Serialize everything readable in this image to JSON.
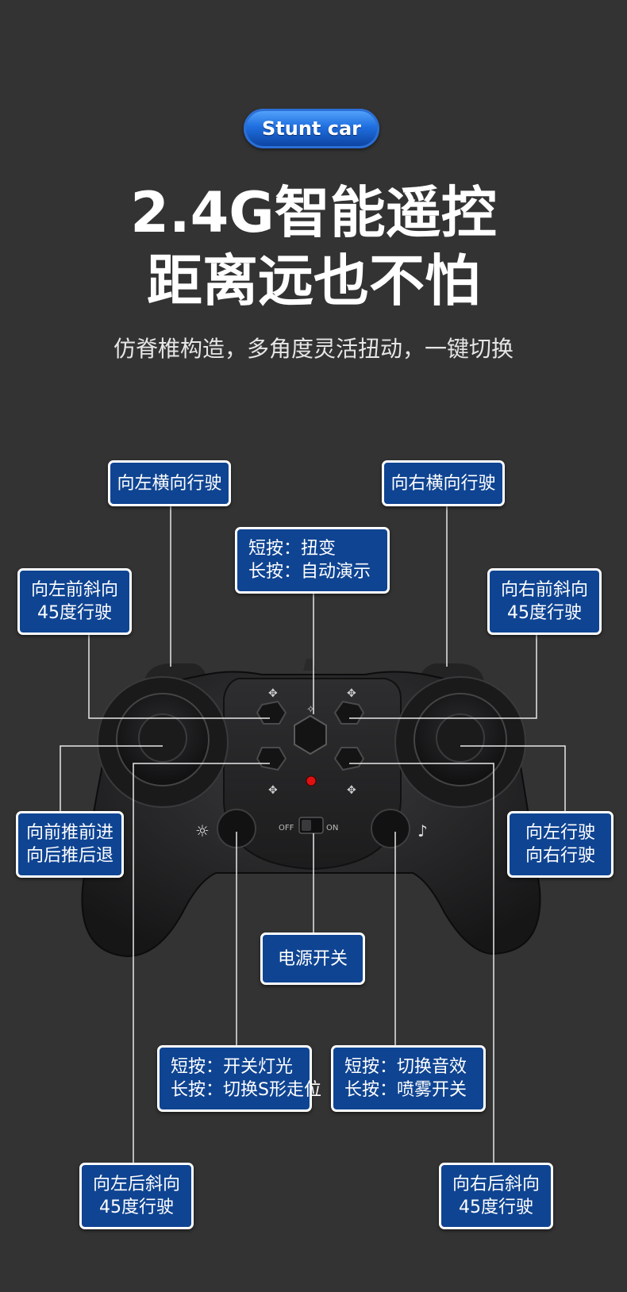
{
  "badge": {
    "text": "Stunt car"
  },
  "headline": {
    "line1": "2.4G智能遥控",
    "line2": "距离远也不怕"
  },
  "subtitle": "仿脊椎构造，多角度灵活扭动，一键切换",
  "controller": {
    "switch_off": "OFF",
    "switch_on": "ON"
  },
  "callouts": {
    "left_lateral": "向左横向行驶",
    "right_lateral": "向右横向行驶",
    "center_button": {
      "line1": "短按：扭变",
      "line2": "长按：自动演示"
    },
    "left_front_diag": {
      "line1": "向左前斜向",
      "line2": "45度行驶"
    },
    "right_front_diag": {
      "line1": "向右前斜向",
      "line2": "45度行驶"
    },
    "left_stick": {
      "line1": "向前推前进",
      "line2": "向后推后退"
    },
    "right_stick": {
      "line1": "向左行驶",
      "line2": "向右行驶"
    },
    "power": "电源开关",
    "light_button": {
      "line1": "短按：开关灯光",
      "line2": "长按：切换S形走位"
    },
    "sound_button": {
      "line1": "短按：切换音效",
      "line2": "长按：喷雾开关"
    },
    "left_rear_diag": {
      "line1": "向左后斜向",
      "line2": "45度行驶"
    },
    "right_rear_diag": {
      "line1": "向右后斜向",
      "line2": "45度行驶"
    }
  }
}
